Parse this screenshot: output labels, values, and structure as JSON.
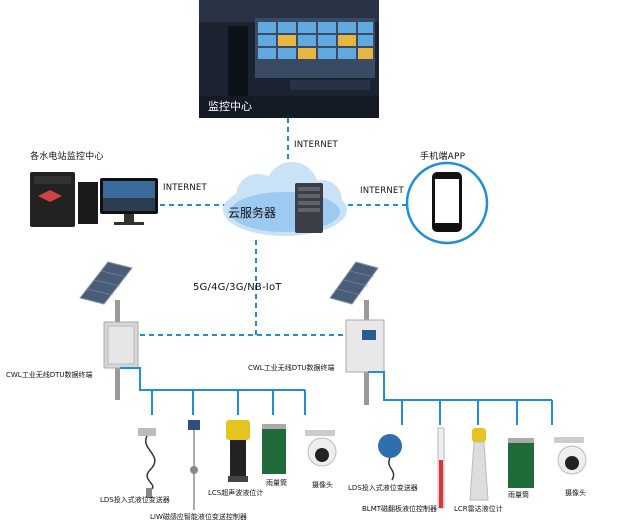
{
  "nodes": {
    "monitor_center": "监控中心",
    "hydro_centers": "各水电站监控中心",
    "mobile_app": "手机端APP",
    "cloud_server": "云服务器",
    "network": "5G/4G/3G/NB-IoT",
    "dtu_left": "CWL工业无线DTU数据终端",
    "dtu_right": "CWL工业无线DTU数据终端"
  },
  "links": {
    "top": "INTERNET",
    "left": "INTERNET",
    "right": "INTERNET"
  },
  "devices_left": {
    "lds": "LDS投入式液位变送器",
    "liw": "LIW磁感应智能液位变送控制器",
    "lcs": "LCS超声波液位计",
    "rain": "雨量筒",
    "camera": "摄像头"
  },
  "devices_right": {
    "lds": "LDS投入式液位变送器",
    "blmt": "BLMT磁翻板液位控制器",
    "lcr": "LCR雷达液位计",
    "rain": "雨量筒",
    "camera": "摄像头"
  },
  "colors": {
    "link": "#1e8fd8",
    "monitor_dark": "#1b2230",
    "cloud": "#9ccaf0"
  }
}
